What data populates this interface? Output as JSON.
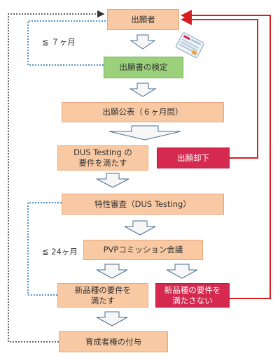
{
  "nodes": {
    "applicant": "出願者",
    "examination": "出願書の検定",
    "publication": "出願公表（６ヶ月間）",
    "dus_requirements": "DUS Testing の\n要件を満たす",
    "rejection": "出願却下",
    "substantive_exam": "特性審査（DUS Testing）",
    "pvp_meeting": "PVPコミッション会議",
    "meets_new_variety": "新品種の要件を\n満たす",
    "fails_new_variety": "新品種の要件を\n満たさない",
    "grant": "育成者権の付与"
  },
  "notes": {
    "within_7_months": "≦ ７ヶ月",
    "within_24_months": "≦ 24ヶ月"
  },
  "colors": {
    "peach_fill": "#f8c9a3",
    "green_fill": "#9bd17b",
    "red_fill": "#d6294f",
    "red_line": "#d62020",
    "dotted_black": "#333333",
    "dotted_blue": "#1f6fb0",
    "arrow_fill": "#f7f7f7",
    "arrow_stroke": "#4a6e8f"
  },
  "icons": [
    "application-form-icon"
  ]
}
